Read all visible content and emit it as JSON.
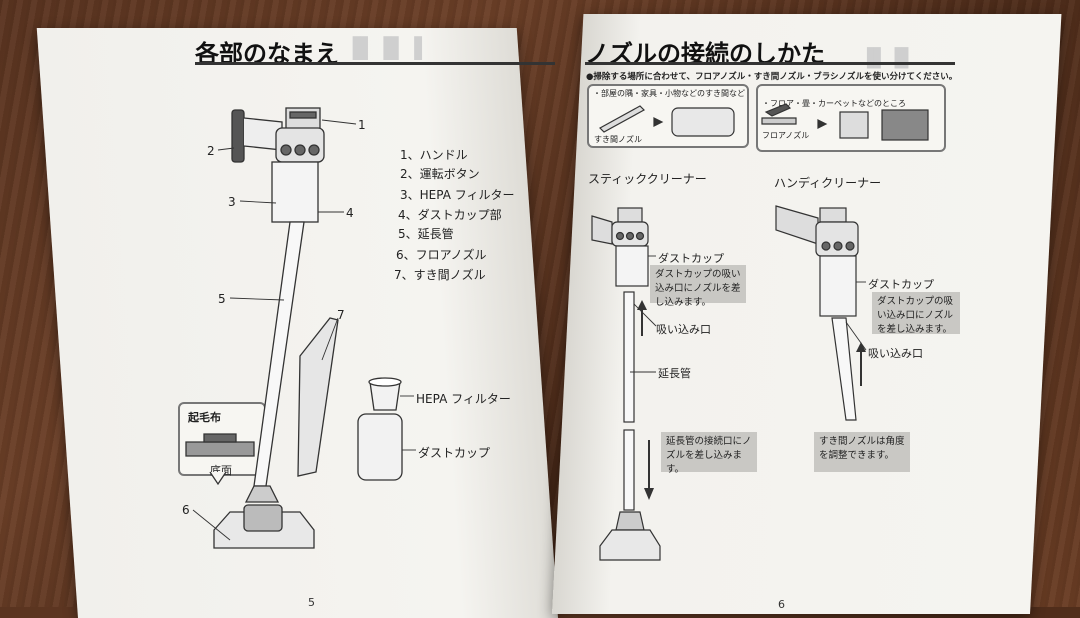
{
  "left_page": {
    "title": "各部のなまえ",
    "parts": [
      {
        "label": "1、ハンドル"
      },
      {
        "label": "2、運転ボタン"
      },
      {
        "label": "3、HEPA フィルター"
      },
      {
        "label": "4、ダストカップ部"
      },
      {
        "label": "5、延長管"
      },
      {
        "label": "6、フロアノズル"
      },
      {
        "label": "7、すき間ノズル"
      }
    ],
    "callouts": [
      "1",
      "2",
      "3",
      "4",
      "5",
      "6",
      "7"
    ],
    "component_labels": {
      "hepa": "HEPA フィルター",
      "dust_cup": "ダストカップ"
    },
    "inset": {
      "top": "起毛布",
      "bottom": "底面"
    },
    "page_number": "5"
  },
  "right_page": {
    "title": "ノズルの接続のしかた",
    "subtitle": "●掃除する場所に合わせて、フロアノズル・すき間ノズル・ブラシノズルを使い分けてください。",
    "box1": {
      "caption": "・部屋の隅・家具・小物などのすき間など",
      "tool": "すき間ノズル"
    },
    "box2": {
      "caption": "・フロア・畳・カーペットなどのところ",
      "tool": "フロアノズル"
    },
    "stick": {
      "heading": "スティッククリーナー",
      "dust_cup": "ダストカップ",
      "note1": "ダストカップの吸い込み口にノズルを差し込みます。",
      "intake": "吸い込み口",
      "pipe": "延長管",
      "note2": "延長管の接続口にノズルを差し込みます。"
    },
    "handy": {
      "heading": "ハンディクリーナー",
      "dust_cup": "ダストカップ",
      "note1": "ダストカップの吸い込み口にノズルを差し込みます。",
      "intake": "吸い込み口",
      "note2": "すき間ノズルは角度を調整できます。"
    },
    "page_number": "6"
  },
  "colors": {
    "paper": "#f3f2ee",
    "ink": "#222222",
    "table_wood": "#5a3420",
    "note_gray": "#c9c8c4"
  }
}
